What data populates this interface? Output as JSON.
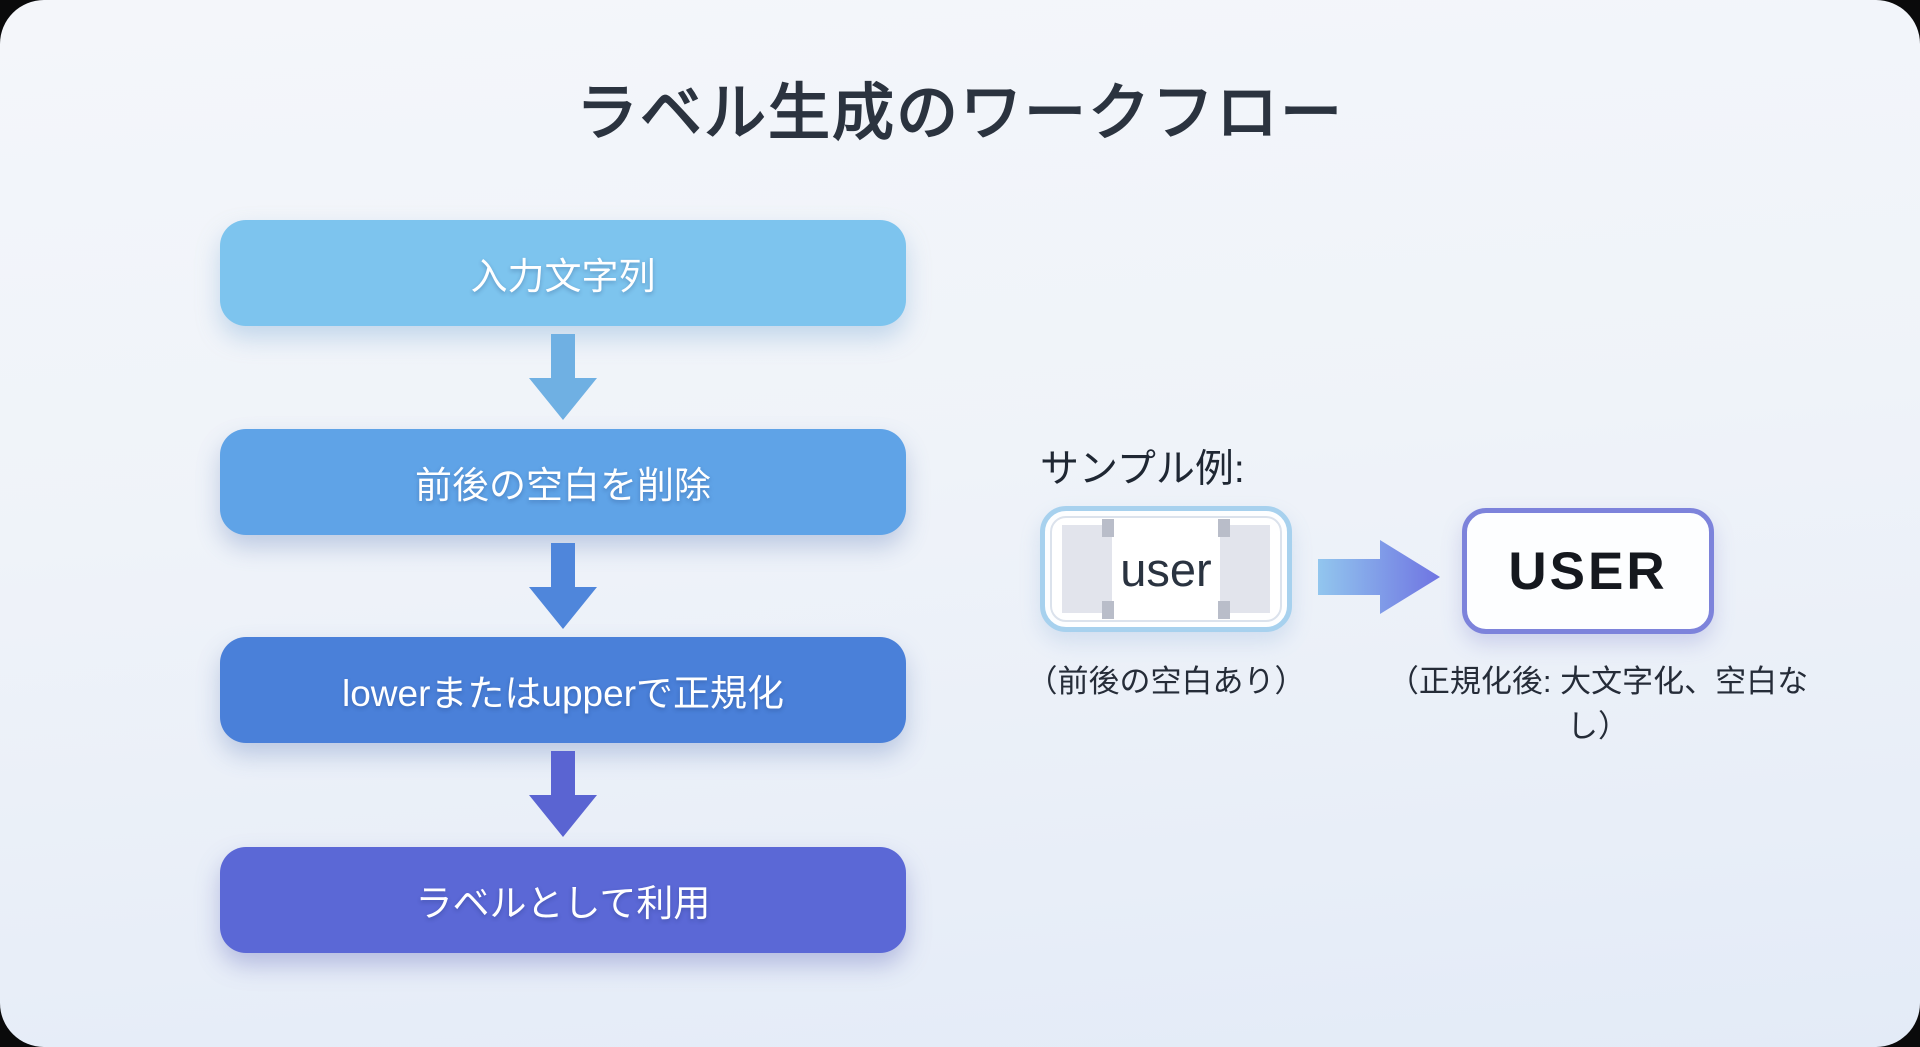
{
  "page": {
    "title": "ラベル生成のワークフロー"
  },
  "flow": {
    "steps": [
      {
        "label": "入力文字列",
        "color": "#7dc4ee"
      },
      {
        "label": "前後の空白を削除",
        "color": "#5fa3e7"
      },
      {
        "label": "lowerまたはupperで正規化",
        "color": "#4a80d9"
      },
      {
        "label": "ラベルとして利用",
        "color": "#5b68d6"
      }
    ],
    "arrow_colors": [
      "#6fb0e3",
      "#4f86db",
      "#5a64d2"
    ]
  },
  "sample": {
    "heading": "サンプル例:",
    "before": {
      "text": "user",
      "caption": "（前後の空白あり）",
      "border_color": "#a7d1ee",
      "whitespace_marker_color": "#e2e4ec"
    },
    "after": {
      "text": "USER",
      "caption": "（正規化後: 大文字化、空白なし）",
      "border_color": "#7d83db"
    },
    "arrow_gradient": [
      "#92c6ee",
      "#6f74e2"
    ]
  },
  "colors": {
    "card_background": "#eff3f9",
    "title_text": "#2b333f",
    "box_text": "#ffffff"
  }
}
